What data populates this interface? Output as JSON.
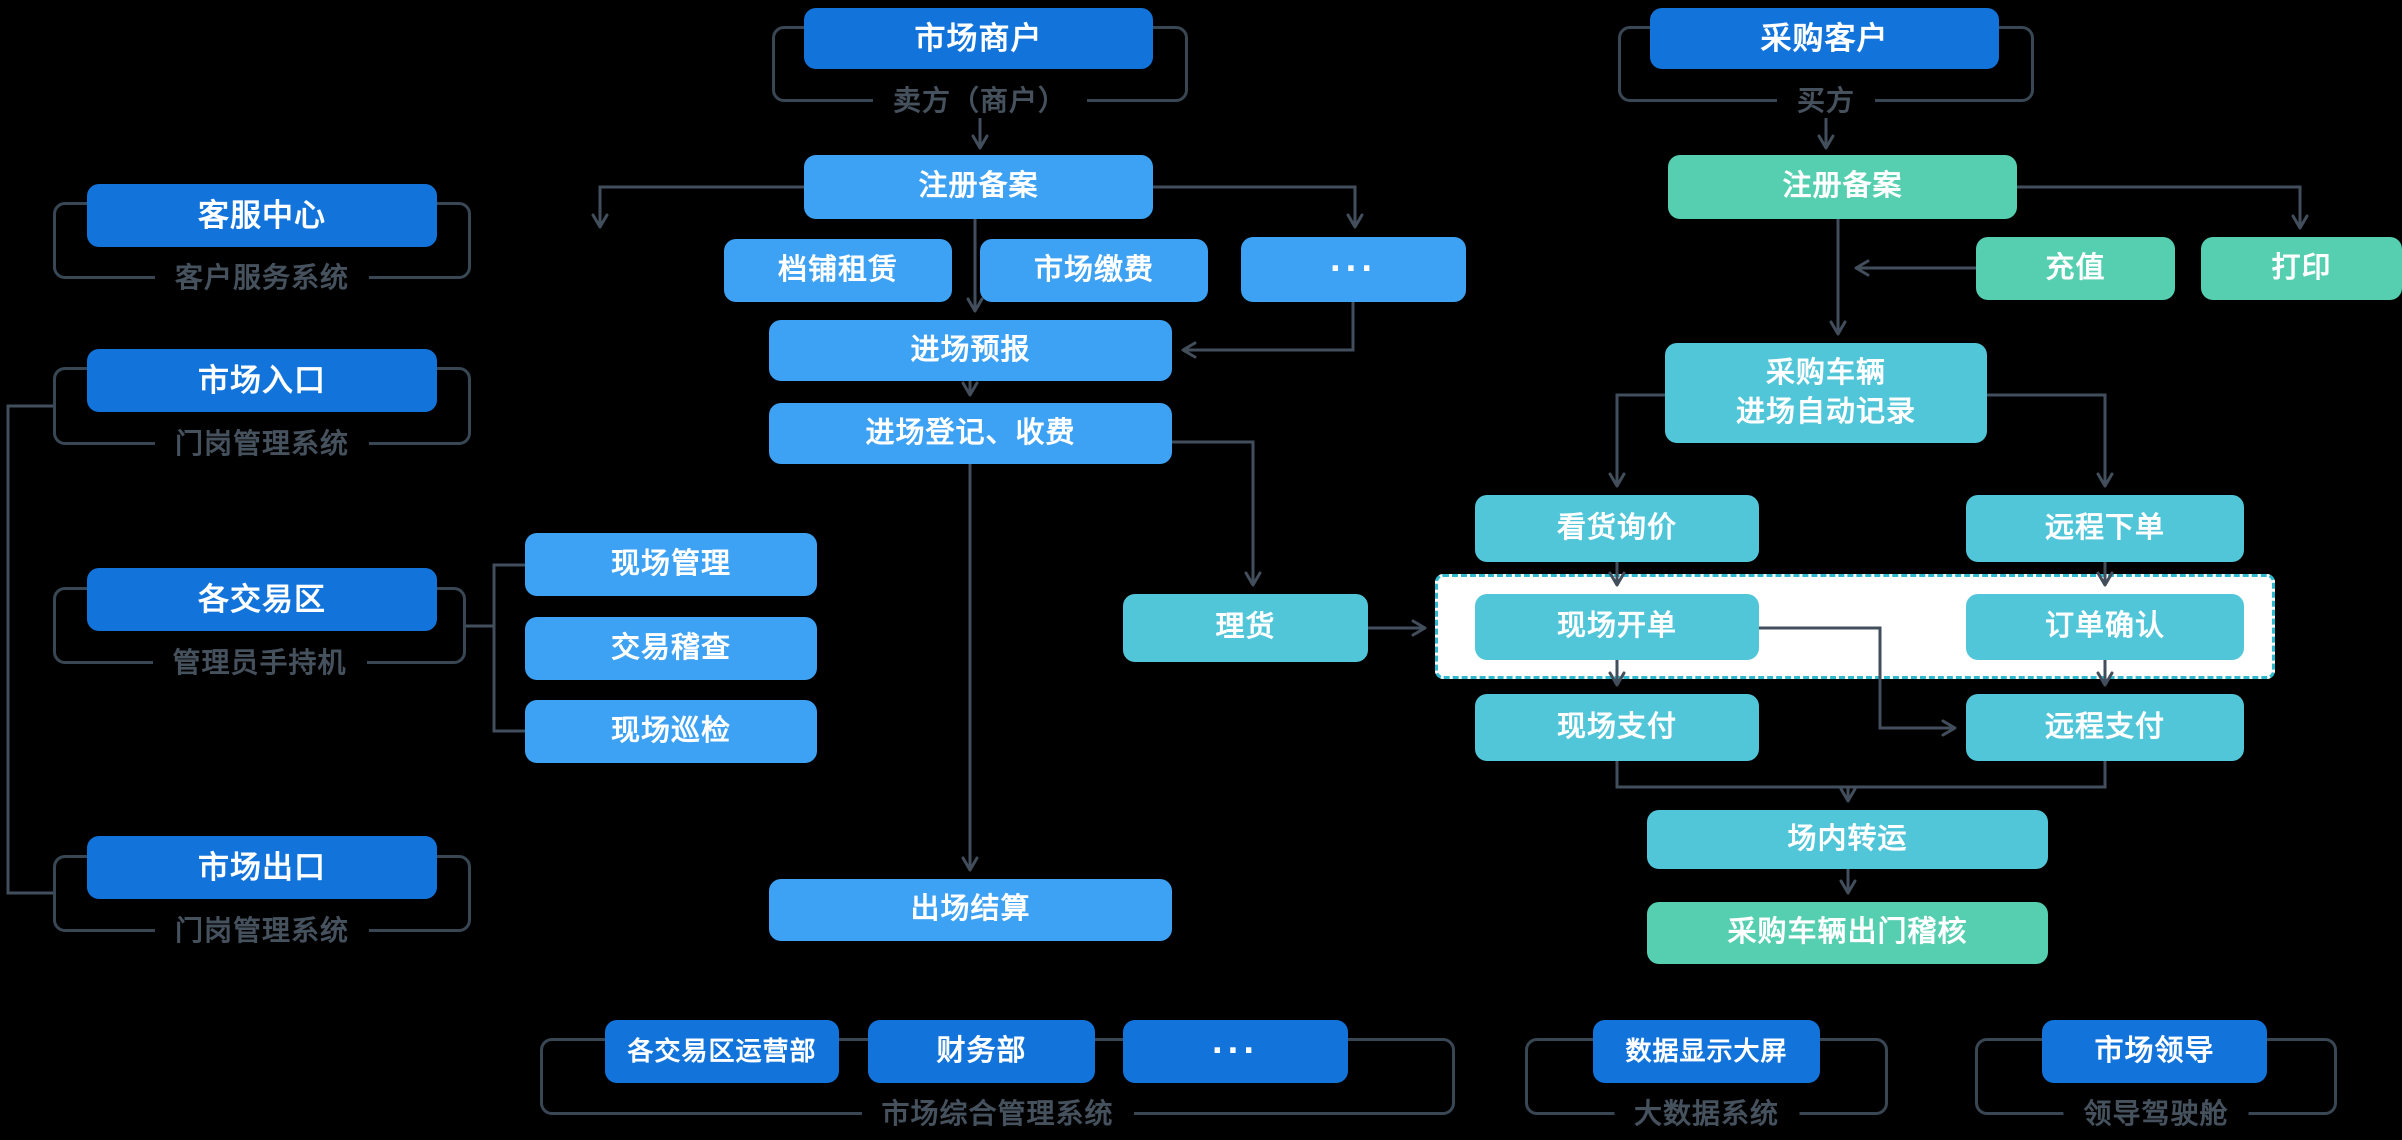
{
  "colors": {
    "primary_blue": "#1274DB",
    "light_blue": "#3DA1F4",
    "cyan": "#52C6D9",
    "green": "#55CFB0",
    "line": "#424E5B",
    "bracket": "#394754",
    "label": "#46515E",
    "dashed_border": "#2FB9CE",
    "dashed_fill": "#FFFFFF",
    "background": "#000000",
    "box_text": "#FFFFFF"
  },
  "groups": {
    "seller": {
      "label": "卖方（商户）"
    },
    "buyer": {
      "label": "买方"
    },
    "customer_service": {
      "label": "客户服务系统"
    },
    "gate_entry": {
      "label": "门岗管理系统"
    },
    "handheld": {
      "label": "管理员手持机"
    },
    "gate_exit": {
      "label": "门岗管理系统"
    },
    "market_mgmt": {
      "label": "市场综合管理系统"
    },
    "big_data": {
      "label": "大数据系统"
    },
    "leader_cockpit": {
      "label": "领导驾驶舱"
    }
  },
  "nodes": {
    "market_merchant": {
      "label": "市场商户"
    },
    "purchase_customer": {
      "label": "采购客户"
    },
    "service_center": {
      "label": "客服中心"
    },
    "market_entrance": {
      "label": "市场入口"
    },
    "trading_zones": {
      "label": "各交易区"
    },
    "market_exit": {
      "label": "市场出口"
    },
    "register_merchant": {
      "label": "注册备案"
    },
    "stall_lease": {
      "label": "档铺租赁"
    },
    "market_fee": {
      "label": "市场缴费"
    },
    "more_merchant": {
      "label": "···"
    },
    "entry_forecast": {
      "label": "进场预报"
    },
    "entry_register": {
      "label": "进场登记、收费"
    },
    "onsite_mgmt": {
      "label": "现场管理"
    },
    "trade_inspect": {
      "label": "交易稽查"
    },
    "onsite_patrol": {
      "label": "现场巡检"
    },
    "tally": {
      "label": "理货"
    },
    "exit_settle": {
      "label": "出场结算"
    },
    "register_customer": {
      "label": "注册备案"
    },
    "recharge": {
      "label": "充值"
    },
    "print": {
      "label": "打印"
    },
    "vehicle_entry": {
      "label": "采购车辆\n进场自动记录"
    },
    "view_inquiry": {
      "label": "看货询价"
    },
    "remote_order": {
      "label": "远程下单"
    },
    "onsite_billing": {
      "label": "现场开单"
    },
    "order_confirm": {
      "label": "订单确认"
    },
    "onsite_pay": {
      "label": "现场支付"
    },
    "remote_pay": {
      "label": "远程支付"
    },
    "transfer": {
      "label": "场内转运"
    },
    "vehicle_exit_audit": {
      "label": "采购车辆出门稽核"
    },
    "zone_ops": {
      "label": "各交易区运营部"
    },
    "finance": {
      "label": "财务部"
    },
    "more_dept": {
      "label": "···"
    },
    "data_screen": {
      "label": "数据显示大屏"
    },
    "market_leader": {
      "label": "市场领导"
    }
  }
}
